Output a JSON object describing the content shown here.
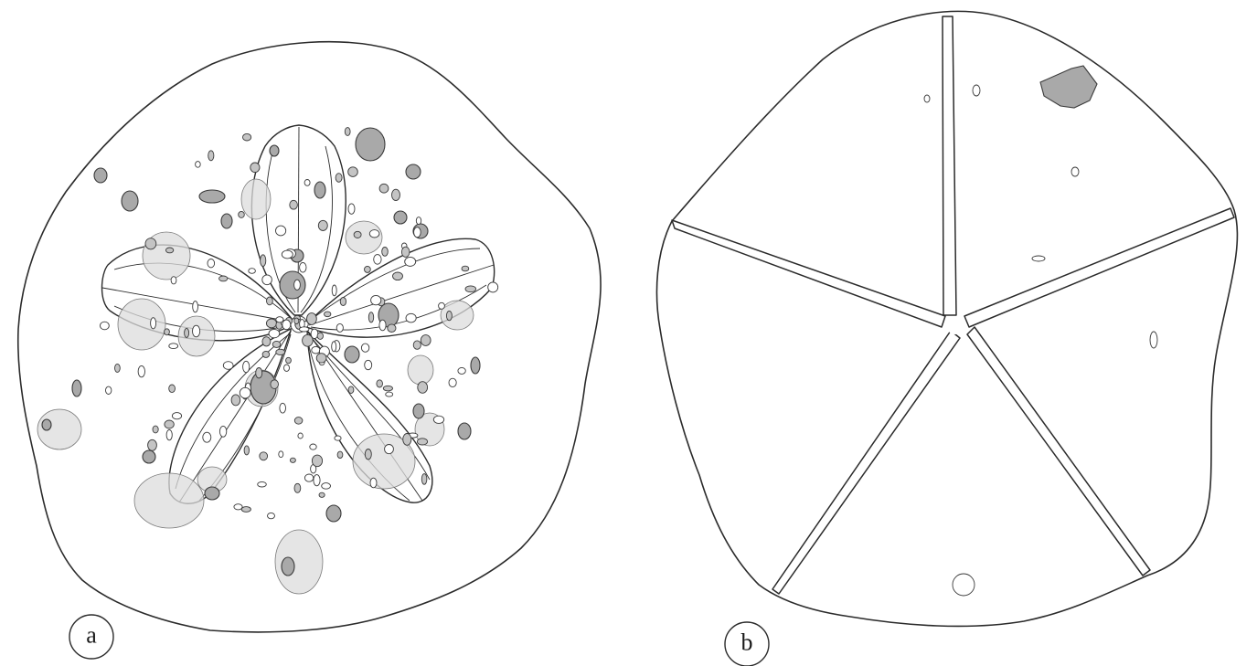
{
  "panels": [
    {
      "id": "a",
      "label": "a"
    },
    {
      "id": "b",
      "label": "b"
    }
  ],
  "colors": {
    "outline": "#2b2b2b",
    "boring_dark": "#a9a9a9",
    "boring_light": "#dcdcdc",
    "background": "#ffffff"
  }
}
